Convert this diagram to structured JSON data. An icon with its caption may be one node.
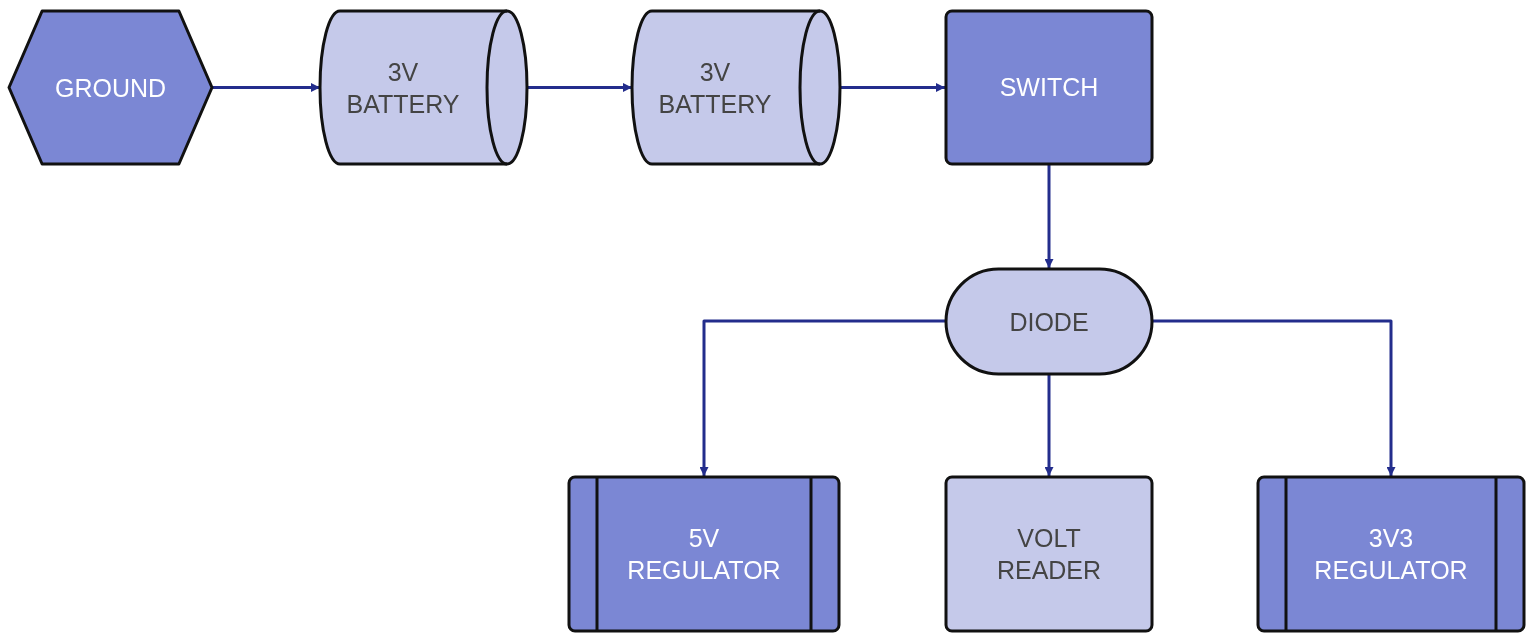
{
  "diagram": {
    "nodes": [
      {
        "text": [
          "GROUND"
        ]
      },
      {
        "text": [
          "3V BATTERY"
        ]
      },
      {
        "text": [
          "3V BATTERY"
        ]
      },
      {
        "text": [
          "SWITCH"
        ]
      },
      {
        "text": [
          "DIODE"
        ]
      },
      {
        "text": [
          "5V REGULATOR"
        ]
      },
      {
        "text": [
          "VOLT READER"
        ]
      },
      {
        "text": [
          "3V3 REGULATOR"
        ]
      }
    ],
    "edges": [
      {
        "from": 0,
        "to": 1,
        "arrow": "to"
      },
      {
        "from": 1,
        "to": 2,
        "arrow": "to"
      },
      {
        "from": 2,
        "to": 3,
        "arrow": "to"
      },
      {
        "from": 3,
        "to": 4,
        "arrow": "to"
      },
      {
        "from": 4,
        "to": 5,
        "arrow": "to"
      },
      {
        "from": 4,
        "to": 6,
        "arrow": "to"
      },
      {
        "from": 4,
        "to": 7,
        "arrow": "to"
      }
    ]
  }
}
